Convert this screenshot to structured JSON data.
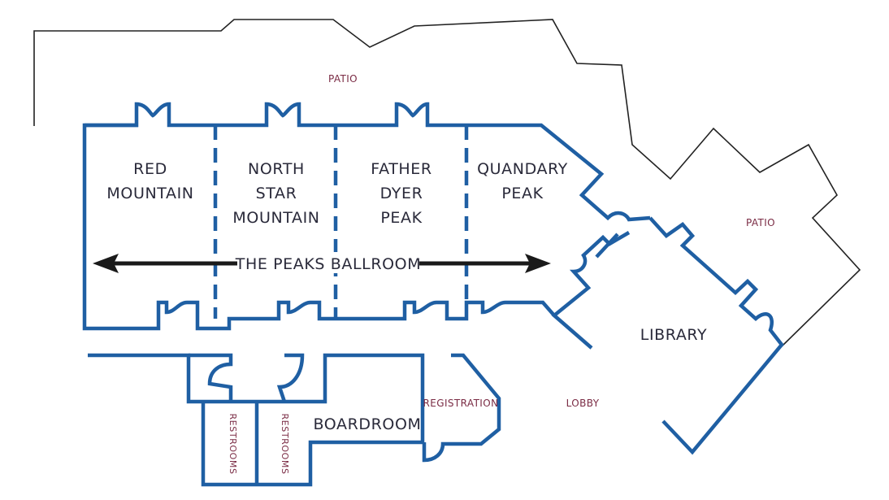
{
  "labels": {
    "patio_top": "PATIO",
    "patio_right": "PATIO",
    "red_mountain": [
      "RED",
      "MOUNTAIN"
    ],
    "north_star": [
      "NORTH",
      "STAR",
      "MOUNTAIN"
    ],
    "father_dyer": [
      "FATHER",
      "DYER",
      "PEAK"
    ],
    "quandary": [
      "QUANDARY",
      "PEAK"
    ],
    "ballroom": "THE PEAKS BALLROOM",
    "library": "LIBRARY",
    "registration": "REGISTRATION",
    "lobby": "LOBBY",
    "boardroom": "BOARDROOM",
    "restrooms_1": "RESTROOMS",
    "restrooms_2": "RESTROOMS"
  },
  "colors": {
    "wall": "#1f5fa3",
    "outline": "#222222",
    "room_text": "#2a2a3a",
    "area_text": "#7a2b44"
  }
}
